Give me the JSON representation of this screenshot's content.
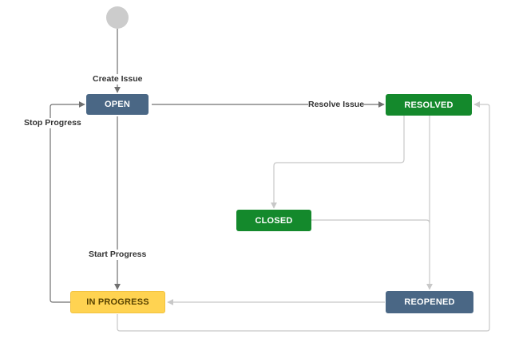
{
  "diagram": {
    "start_marker": "start-circle",
    "states": {
      "open": "OPEN",
      "resolved": "RESOLVED",
      "closed": "CLOSED",
      "in_progress": "IN PROGRESS",
      "reopened": "REOPENED"
    },
    "transitions": {
      "create_issue": "Create Issue",
      "resolve_issue": "Resolve Issue",
      "stop_progress": "Stop Progress",
      "start_progress": "Start Progress"
    },
    "colors": {
      "blue_state": "#4a6785",
      "green_state": "#14892c",
      "yellow_state": "#ffd351",
      "yellow_text": "#594300",
      "start_circle": "#cccccc",
      "dark_line": "#707070",
      "light_line": "#c8c8c8"
    }
  }
}
